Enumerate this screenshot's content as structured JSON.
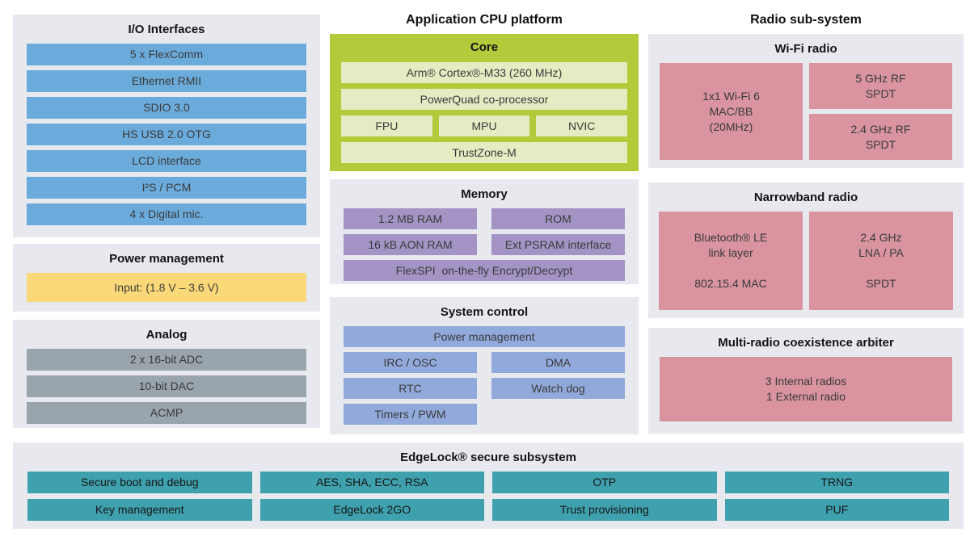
{
  "io": {
    "title": "I/O Interfaces",
    "items": [
      "5 x FlexComm",
      "Ethernet RMII",
      "SDIO 3.0",
      "HS USB 2.0 OTG",
      "LCD interface",
      "I²S / PCM",
      "4 x Digital mic."
    ]
  },
  "power": {
    "title": "Power management",
    "input": "Input: (1.8 V – 3.6 V)"
  },
  "analog": {
    "title": "Analog",
    "items": [
      "2 x 16-bit ADC",
      "10-bit DAC",
      "ACMP"
    ]
  },
  "cpu": {
    "title": "Application CPU platform",
    "core": {
      "title": "Core",
      "row1": "Arm® Cortex®-M33 (260 MHz)",
      "row2": "PowerQuad co-processor",
      "row3": [
        "FPU",
        "MPU",
        "NVIC"
      ],
      "row4": "TrustZone-M"
    },
    "memory": {
      "title": "Memory",
      "r1c1": "1.2 MB RAM",
      "r1c2": "ROM",
      "r2c1": "16 kB AON RAM",
      "r2c2": "Ext PSRAM interface",
      "r3": "FlexSPI  on-the-fly Encrypt/Decrypt"
    },
    "sysctl": {
      "title": "System control",
      "r1": "Power management",
      "r2c1": "IRC / OSC",
      "r2c2": "DMA",
      "r3c1": "RTC",
      "r3c2": "Watch dog",
      "r4c1": "Timers / PWM"
    }
  },
  "radio": {
    "title": "Radio sub-system",
    "wifi": {
      "title": "Wi-Fi radio",
      "macbb": "1x1 Wi-Fi 6\nMAC/BB\n(20MHz)",
      "rf5": "5 GHz RF\nSPDT",
      "rf24": "2.4 GHz RF\nSPDT"
    },
    "narrowband": {
      "title": "Narrowband radio",
      "left": "Bluetooth® LE\nlink layer\n\n802.15.4 MAC",
      "right": "2.4 GHz\nLNA / PA\n\nSPDT"
    },
    "coex": {
      "title": "Multi-radio coexistence arbiter",
      "body": "3 Internal radios\n1 External radio"
    }
  },
  "edgelock": {
    "title": "EdgeLock® secure subsystem",
    "row1": [
      "Secure boot and debug",
      "AES, SHA, ECC, RSA",
      "OTP",
      "TRNG"
    ],
    "row2": [
      "Key management",
      "EdgeLock 2GO",
      "Trust provisioning",
      "PUF"
    ]
  },
  "colors": {
    "panel_bg": "#e7e9ee",
    "io_blue": "#6babdc",
    "power_yellow": "#fbd978",
    "analog_gray": "#99a4ac",
    "core_lime": "#b1cb3a",
    "core_lime_light": "#e3ecc3",
    "memory_purple": "#a394c5",
    "sysctl_periwinkle": "#91aadb",
    "radio_pink": "#d994a0",
    "edgelock_teal": "#3fa1ae"
  }
}
